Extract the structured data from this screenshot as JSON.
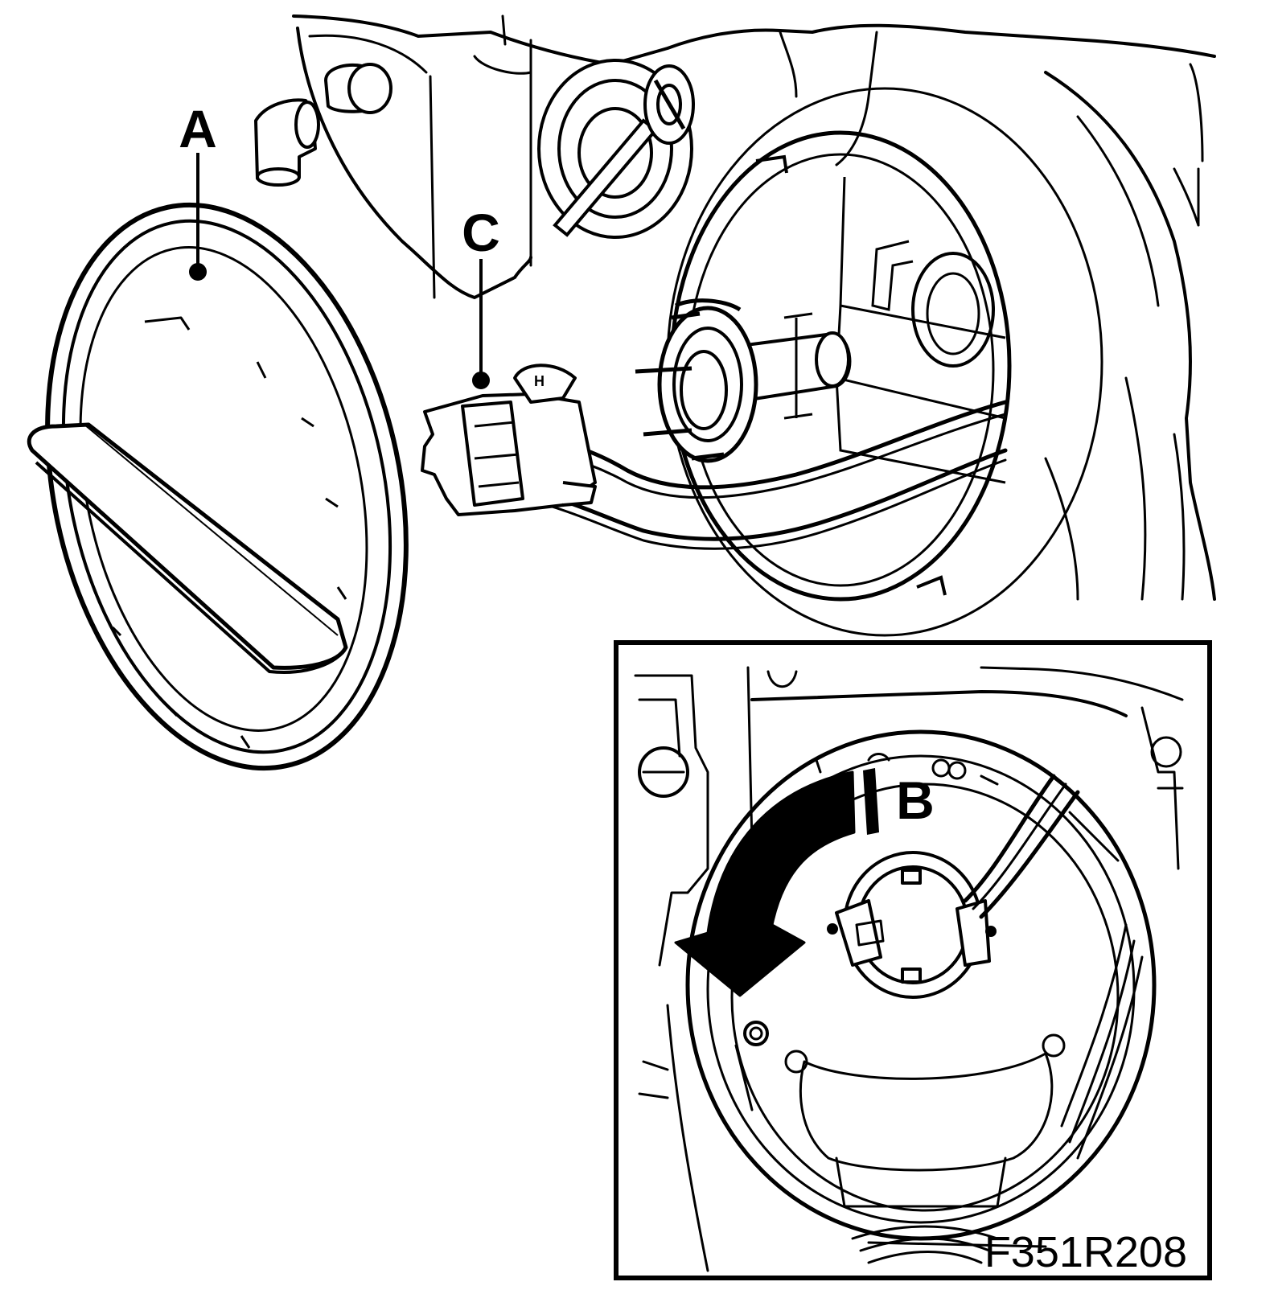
{
  "labels": {
    "a": "A",
    "b": "B",
    "c": "C"
  },
  "figure_code": "F351R208",
  "colors": {
    "ink": "#000000",
    "paper": "#ffffff"
  }
}
